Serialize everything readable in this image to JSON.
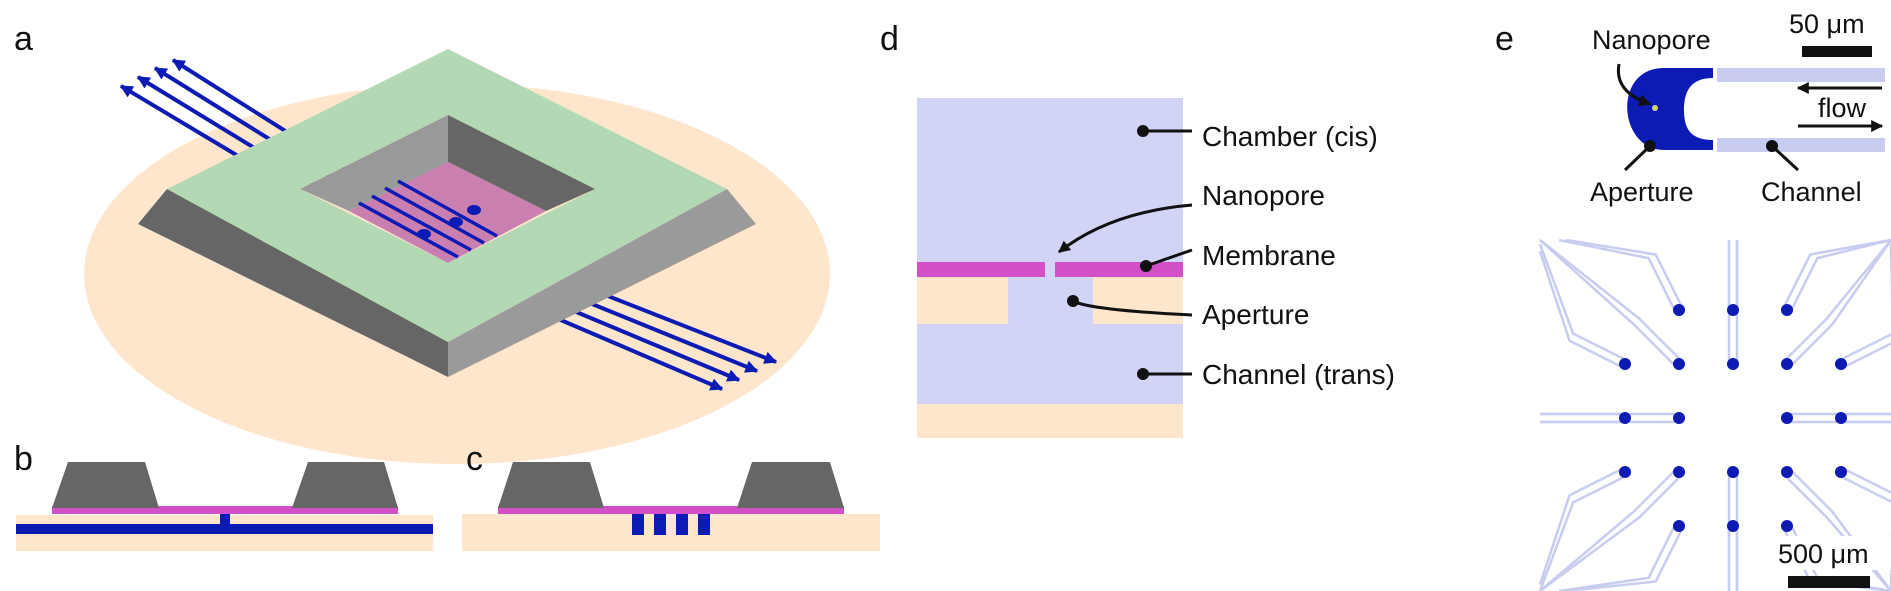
{
  "panels": {
    "a": {
      "label": "a"
    },
    "b": {
      "label": "b"
    },
    "c": {
      "label": "c"
    },
    "d": {
      "label": "d",
      "callouts": {
        "chamber": "Chamber (cis)",
        "nanopore": "Nanopore",
        "membrane": "Membrane",
        "aperture": "Aperture",
        "channel": "Channel (trans)"
      }
    },
    "e": {
      "label": "e",
      "callouts": {
        "nanopore": "Nanopore",
        "aperture": "Aperture",
        "channel": "Channel",
        "flow": "flow"
      },
      "scalebar_top": "50 μm",
      "scalebar_bottom": "500 μm"
    }
  },
  "colors": {
    "substrate": "#fde6cc",
    "frame_top": "#b2d8b4",
    "frame_dark": "#666666",
    "frame_mid": "#9a9a9a",
    "membrane": "#c97fb0",
    "membrane_bright": "#d34fc8",
    "channel_blue": "#0b1bb3",
    "chamber_fill": "#d2d4f6",
    "channel_light": "#c8ccf0"
  }
}
